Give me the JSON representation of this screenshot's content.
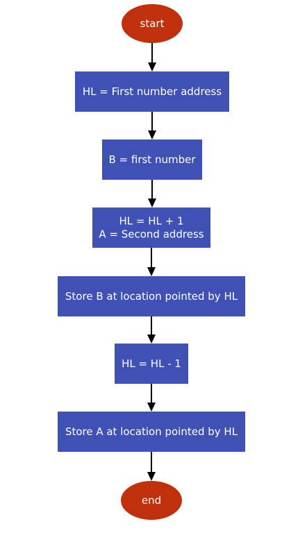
{
  "flowchart": {
    "nodes": [
      {
        "id": "start",
        "type": "terminal",
        "lines": [
          "start"
        ]
      },
      {
        "id": "load-hl",
        "type": "process",
        "lines": [
          "HL = First number address"
        ]
      },
      {
        "id": "load-b",
        "type": "process",
        "lines": [
          "B = first number"
        ]
      },
      {
        "id": "inc-hl",
        "type": "process",
        "lines": [
          "HL = HL + 1",
          "A = Second address"
        ]
      },
      {
        "id": "store-b",
        "type": "process",
        "lines": [
          "Store B at location pointed by HL"
        ]
      },
      {
        "id": "dec-hl",
        "type": "process",
        "lines": [
          "HL = HL - 1"
        ]
      },
      {
        "id": "store-a",
        "type": "process",
        "lines": [
          "Store A at location pointed by HL"
        ]
      },
      {
        "id": "end",
        "type": "terminal",
        "lines": [
          "end"
        ]
      }
    ],
    "edges": [
      {
        "from": "start",
        "to": "load-hl"
      },
      {
        "from": "load-hl",
        "to": "load-b"
      },
      {
        "from": "load-b",
        "to": "inc-hl"
      },
      {
        "from": "inc-hl",
        "to": "store-b"
      },
      {
        "from": "store-b",
        "to": "dec-hl"
      },
      {
        "from": "dec-hl",
        "to": "store-a"
      },
      {
        "from": "store-a",
        "to": "end"
      }
    ],
    "colors": {
      "process": "#3f51b5",
      "terminal": "#c0300c",
      "text": "#ffffff",
      "arrow": "#000000"
    }
  }
}
